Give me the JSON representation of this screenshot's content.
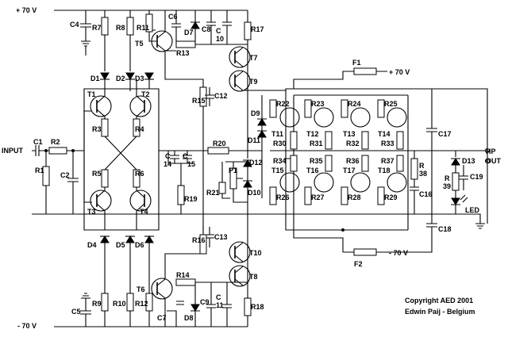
{
  "rails": {
    "pos_top": "+ 70 V",
    "neg_bottom": "- 70 V",
    "fuse_pos": "+ 70 V",
    "fuse_neg": "- 70 V"
  },
  "io": {
    "input": "INPUT",
    "hp": "HP",
    "out": "OUT"
  },
  "components": {
    "C1": "C1",
    "C2": "C2",
    "C4": "C4",
    "C5": "C5",
    "C6": "C6",
    "C7": "C7",
    "C8": "C8",
    "C9": "C9",
    "C10": "C",
    "C10b": "10",
    "C11": "C",
    "C11b": "11",
    "C12": "C12",
    "C13": "C13",
    "C14": "C",
    "C14b": "14",
    "C15": "C",
    "C15b": "15",
    "C16": "C16",
    "C17": "C17",
    "C18": "C18",
    "C19": "C19",
    "R1": "R1",
    "R2": "R2",
    "R3": "R3",
    "R4": "R4",
    "R5": "R5",
    "R6": "R6",
    "R7": "R7",
    "R8": "R8",
    "R9": "R9",
    "R10": "R10",
    "R11": "R11",
    "R12": "R12",
    "R13": "R13",
    "R14": "R14",
    "R15": "R15",
    "R16": "R16",
    "R17": "R17",
    "R18": "R18",
    "R19": "R19",
    "R20": "R20",
    "R21": "R21",
    "R22": "R22",
    "R23": "R23",
    "R24": "R24",
    "R25": "R25",
    "R26": "R26",
    "R27": "R27",
    "R28": "R28",
    "R29": "R29",
    "R30": "R30",
    "R31": "R31",
    "R32": "R32",
    "R33": "R33",
    "R34": "R34",
    "R35": "R35",
    "R36": "R36",
    "R37": "R37",
    "R38a": "R",
    "R38b": "38",
    "R39a": "R",
    "R39b": "39",
    "P1": "P1",
    "T1": "T1",
    "T2": "T2",
    "T3": "T3",
    "T4": "T4",
    "T5": "T5",
    "T6": "T6",
    "T7": "T7",
    "T8": "T8",
    "T9": "T9",
    "T10": "T10",
    "T11": "T11",
    "T12": "T12",
    "T13": "T13",
    "T14": "T14",
    "T15": "T15",
    "T16": "T16",
    "T17": "T17",
    "T18": "T18",
    "D1": "D1",
    "D2": "D2",
    "D3": "D3",
    "D4": "D4",
    "D5": "D5",
    "D6": "D6",
    "D7": "D7",
    "D8": "D8",
    "D9": "D9",
    "D10": "D10",
    "D11": "D11",
    "D12": "D12",
    "D13": "D13",
    "LED": "LED",
    "F1": "F1",
    "F2": "F2"
  },
  "credits": {
    "line1": "Copyright AED 2001",
    "line2": "Edwin Paij - Belgium"
  }
}
